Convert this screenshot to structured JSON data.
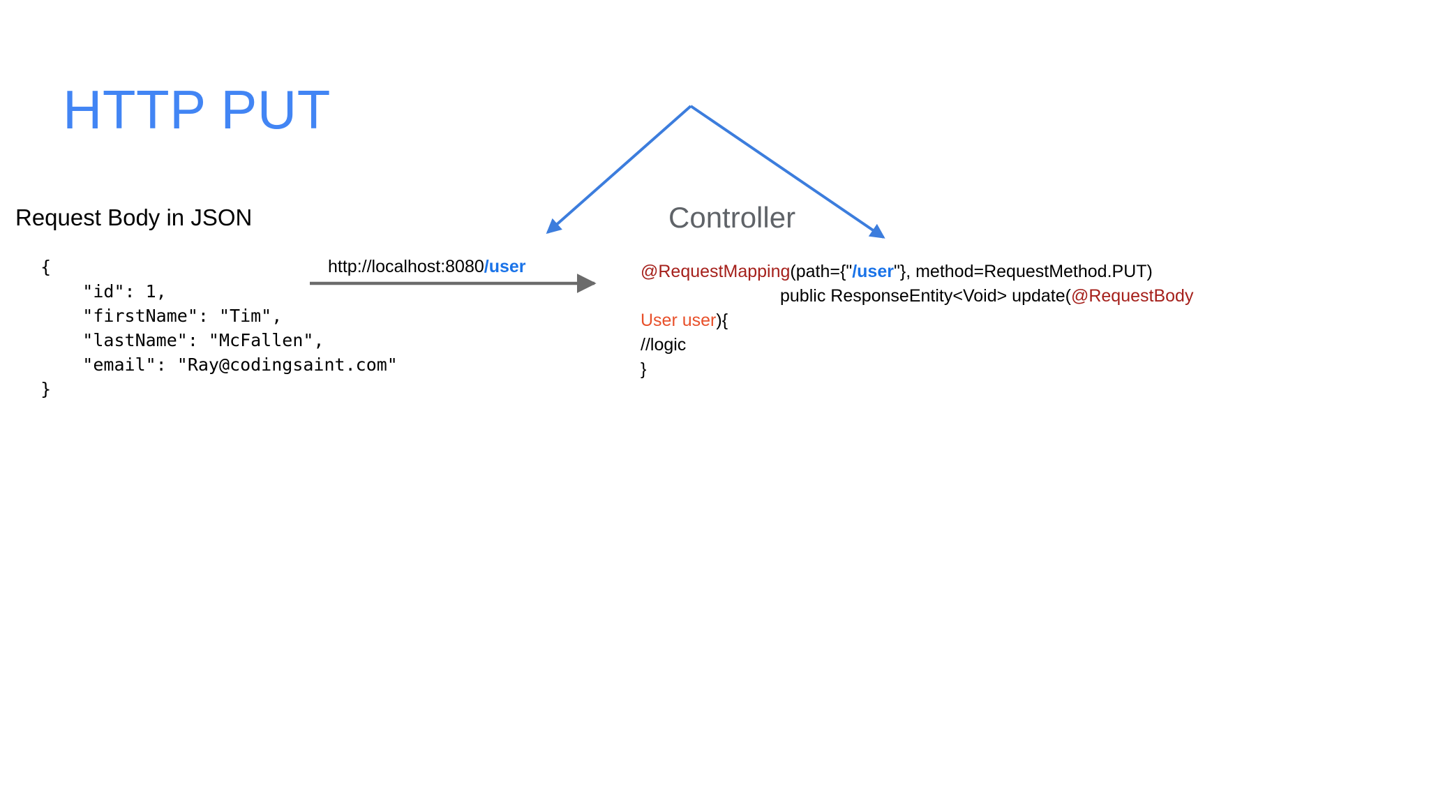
{
  "slide": {
    "background_color": "#ffffff"
  },
  "title": {
    "text": "HTTP PUT",
    "color": "#4285f4"
  },
  "request_panel": {
    "heading": "Request Body in JSON",
    "json_body": "  {\n      \"id\": 1,\n      \"firstName\": \"Tim\",\n      \"lastName\": \"McFallen\",\n      \"email\": \"Ray@codingsaint.com\"\n  }",
    "json_fields": [
      {
        "key": "id",
        "value": "1"
      },
      {
        "key": "firstName",
        "value": "Tim"
      },
      {
        "key": "lastName",
        "value": "McFallen"
      },
      {
        "key": "email",
        "value": "Ray@codingsaint.com"
      }
    ]
  },
  "request_flow": {
    "url_base": "http://localhost:8080",
    "url_path": "/user",
    "arrow_color": "#6b6b6b",
    "direction": "right"
  },
  "controller_panel": {
    "heading": "Controller",
    "heading_color": "#5f6368",
    "code_lines": [
      {
        "indent": false,
        "tokens": [
          {
            "text": "@RequestMapping",
            "type": "annotation"
          },
          {
            "text": "(path={\"",
            "type": "plain"
          },
          {
            "text": "/user",
            "type": "path"
          },
          {
            "text": "\"}, method=RequestMethod.PUT)",
            "type": "plain"
          }
        ]
      },
      {
        "indent": true,
        "tokens": [
          {
            "text": "public ResponseEntity<Void> update(",
            "type": "plain"
          },
          {
            "text": "@RequestBody",
            "type": "annotation"
          }
        ]
      },
      {
        "indent": false,
        "tokens": [
          {
            "text": "User user",
            "type": "type"
          },
          {
            "text": "){",
            "type": "plain"
          }
        ]
      },
      {
        "indent": false,
        "tokens": [
          {
            "text": "//logic",
            "type": "plain"
          }
        ]
      },
      {
        "indent": false,
        "tokens": [
          {
            "text": "}",
            "type": "plain"
          }
        ]
      }
    ],
    "token_colors": {
      "annotation": "#a5201b",
      "path": "#1a73e8",
      "type": "#e8502a",
      "plain": "#000000"
    }
  },
  "branch_arrows": {
    "color": "#3c7ddd",
    "apex_label": "request-split-apex",
    "left_target": "request-body-json",
    "right_target": "controller-code"
  }
}
